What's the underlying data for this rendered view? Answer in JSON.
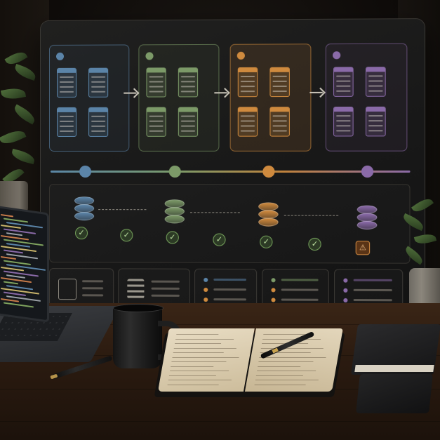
{
  "palette": {
    "blue": "#5b84a8",
    "green": "#7c9a68",
    "orange": "#cf8a3e",
    "purple": "#8a6aa8",
    "ok": "#76a35c",
    "warn": "#d18a42"
  },
  "stages": [
    {
      "color": "blue"
    },
    {
      "color": "green"
    },
    {
      "color": "orange"
    },
    {
      "color": "purple"
    }
  ],
  "pipeline": {
    "steps": [
      {
        "status": "ok"
      },
      {
        "status": "ok"
      },
      {
        "status": "ok"
      },
      {
        "status": "ok"
      },
      {
        "status": "ok"
      },
      {
        "status": "ok"
      },
      {
        "status": "warning"
      }
    ]
  },
  "cards": [
    {
      "icon": "code-icon"
    },
    {
      "icon": "layers-icon"
    },
    {
      "icon": "list-icon",
      "dots": [
        "blue",
        "orange",
        "orange"
      ]
    },
    {
      "icon": "list-icon",
      "dots": [
        "green",
        "orange",
        "orange"
      ]
    },
    {
      "icon": "list-icon",
      "dots": [
        "purple",
        "purple",
        "purple"
      ]
    }
  ],
  "icons": {
    "check": "✓",
    "warning": "⚠"
  }
}
